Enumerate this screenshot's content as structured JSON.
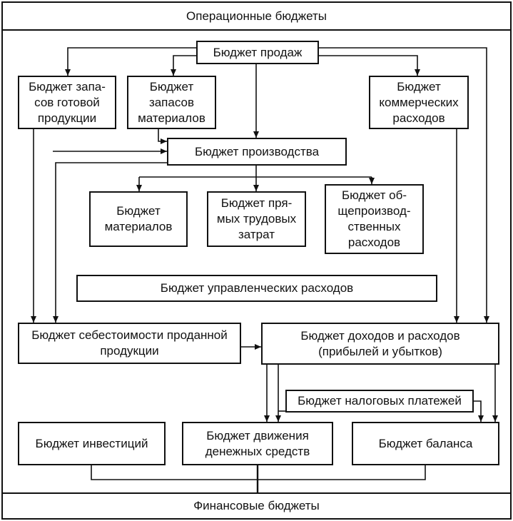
{
  "header": {
    "title": "Операционные бюджеты"
  },
  "footer": {
    "title": "Финансовые бюджеты"
  },
  "nodes": {
    "sales": "Бюджет продаж",
    "finished_goods": "Бюджет запа-\nсов готовой\nпродукции",
    "materials_stock": "Бюджет\nзапасов\nматериалов",
    "commercial": "Бюджет\nкоммерческих\nрасходов",
    "production": "Бюджет производства",
    "materials": "Бюджет\nматериалов",
    "direct_labor": "Бюджет пря-\nмых трудовых\nзатрат",
    "overhead": "Бюджет об-\nщепроизвод-\nственных\nрасходов",
    "admin": "Бюджет управленческих расходов",
    "cogs": "Бюджет себестоимости проданной\nпродукции",
    "income": "Бюджет доходов и расходов\n(прибылей и убытков)",
    "tax": "Бюджет налоговых платежей",
    "investment": "Бюджет инвестиций",
    "cash_flow": "Бюджет движения\nденежных средств",
    "balance": "Бюджет баланса"
  }
}
